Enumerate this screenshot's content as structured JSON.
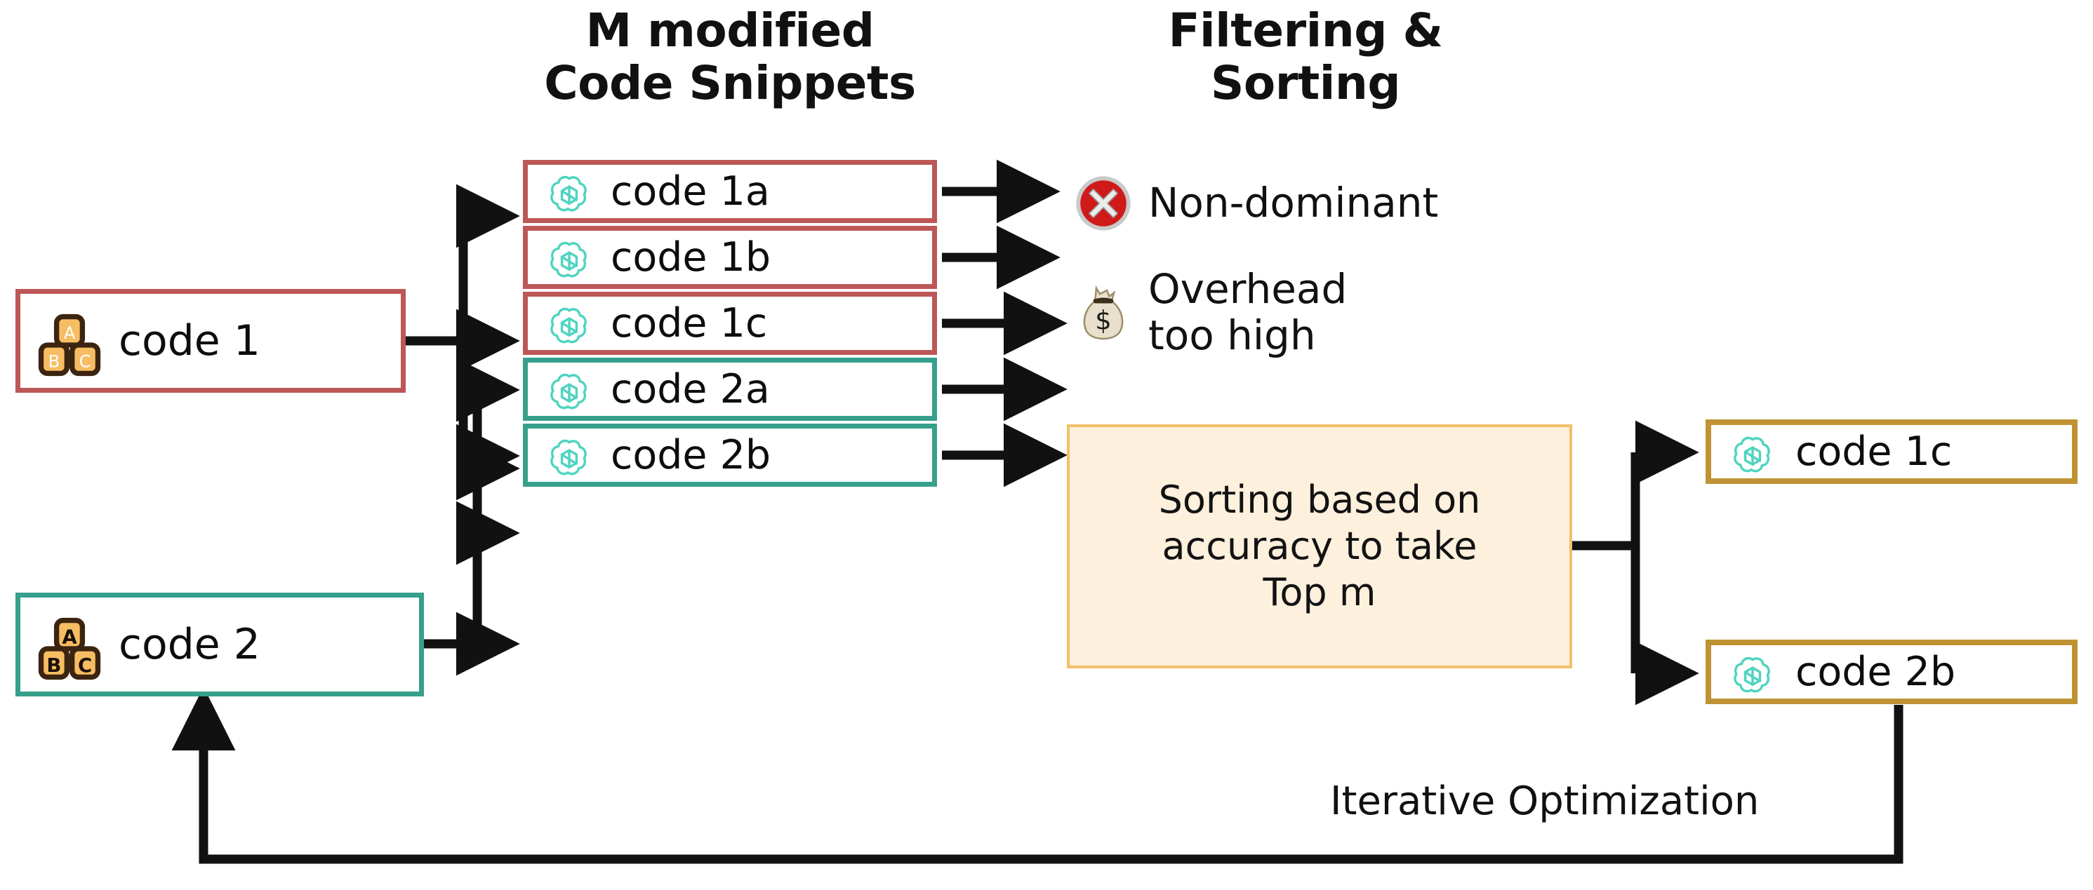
{
  "headers": {
    "middle": "M modified\nCode Snippets",
    "middle_line1": "M modified",
    "middle_line2": "Code Snippets",
    "right": "Filtering &\nSorting",
    "right_line1": "Filtering &",
    "right_line2": "Sorting"
  },
  "inputs": [
    {
      "label": "code 1",
      "icon": "abc-blocks-icon",
      "border_color": "#bd5757"
    },
    {
      "label": "code 2",
      "icon": "abc-blocks-icon",
      "border_color": "#36a08c"
    }
  ],
  "snippets": [
    {
      "label": "code 1a",
      "icon": "openai-logo-icon",
      "border_color": "#bd5757"
    },
    {
      "label": "code 1b",
      "icon": "openai-logo-icon",
      "border_color": "#bd5757"
    },
    {
      "label": "code 1c",
      "icon": "openai-logo-icon",
      "border_color": "#bd5757"
    },
    {
      "label": "code 2a",
      "icon": "openai-logo-icon",
      "border_color": "#36a08c"
    },
    {
      "label": "code 2b",
      "icon": "openai-logo-icon",
      "border_color": "#36a08c"
    }
  ],
  "statuses": [
    {
      "label": "Non-dominant",
      "icon": "red-x-circle-icon"
    },
    {
      "label": "Overhead\ntoo high",
      "line1": "Overhead",
      "line2": "too high",
      "icon": "money-bag-icon"
    }
  ],
  "sorting": {
    "text": "Sorting based on accuracy to take Top m",
    "line1": "Sorting based on",
    "line2": "accuracy to take",
    "line3": "Top m",
    "fill_color": "#fdf0dd",
    "border_color": "#f2c069"
  },
  "outputs": [
    {
      "label": "code 1c",
      "icon": "openai-logo-icon",
      "border_color": "#bf9333"
    },
    {
      "label": "code 2b",
      "icon": "openai-logo-icon",
      "border_color": "#bf9333"
    }
  ],
  "feedback": {
    "label": "Iterative Optimization"
  },
  "colors": {
    "red": "#bd5757",
    "teal": "#36a08c",
    "gold": "#bf9333",
    "panel_fill": "#fdf0dd",
    "panel_border": "#f2c069",
    "openai_green": "#4fd4c0",
    "block_orange": "#f7bd62",
    "arrow": "#111111"
  }
}
